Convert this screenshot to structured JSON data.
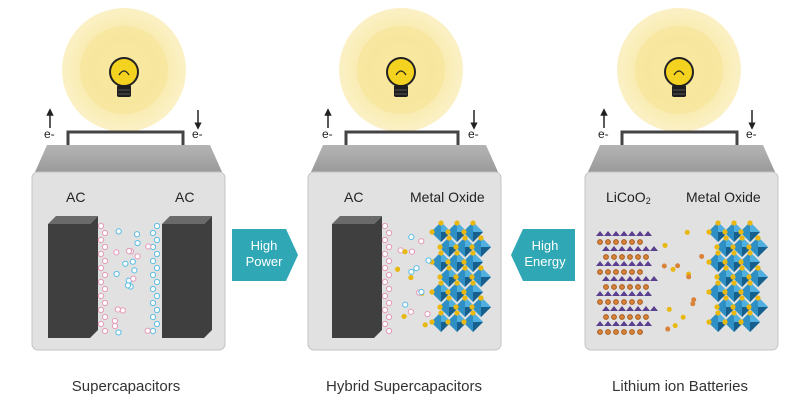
{
  "panels": [
    {
      "caption": "Supercapacitors",
      "electron_left": "e-",
      "electron_right": "e-",
      "left_label": "AC",
      "right_label": "AC",
      "left_electrode": "ac-slab",
      "right_electrode": "ac-slab"
    },
    {
      "caption": "Hybrid Supercapacitors",
      "electron_left": "e-",
      "electron_right": "e-",
      "left_label": "AC",
      "right_label": "Metal Oxide",
      "left_electrode": "ac-slab",
      "right_electrode": "metal-oxide-crystal"
    },
    {
      "caption": "Lithium ion Batteries",
      "electron_left": "e-",
      "electron_right": "e-",
      "left_label": "LiCoO",
      "left_label_sub": "2",
      "right_label": "Metal Oxide",
      "left_electrode": "layered-licoo2",
      "right_electrode": "metal-oxide-crystal"
    }
  ],
  "arrows": [
    {
      "line1": "High",
      "line2": "Power",
      "direction": "right"
    },
    {
      "line1": "High",
      "line2": "Energy",
      "direction": "left"
    }
  ],
  "colors": {
    "panel_bg": "#e1e1e1",
    "panel_border": "#bdbdbd",
    "lid": "#a6a6a6",
    "bulb_glow": "#f6e8a6",
    "bulb_yellow": "#f4d320",
    "bulb_base": "#1e1e1e",
    "slab": "#4d4d4d",
    "ion_pink": "#e69ab8",
    "ion_blue": "#5cbde3",
    "ion_yellow": "#e8b810",
    "ion_orange": "#d8823a",
    "crystal_blue": "#2e8fc4",
    "crystal_dark": "#175f8c",
    "layer_purple": "#5a3f8e",
    "arrow_teal": "#2fa7b5",
    "caption": "#333333"
  }
}
